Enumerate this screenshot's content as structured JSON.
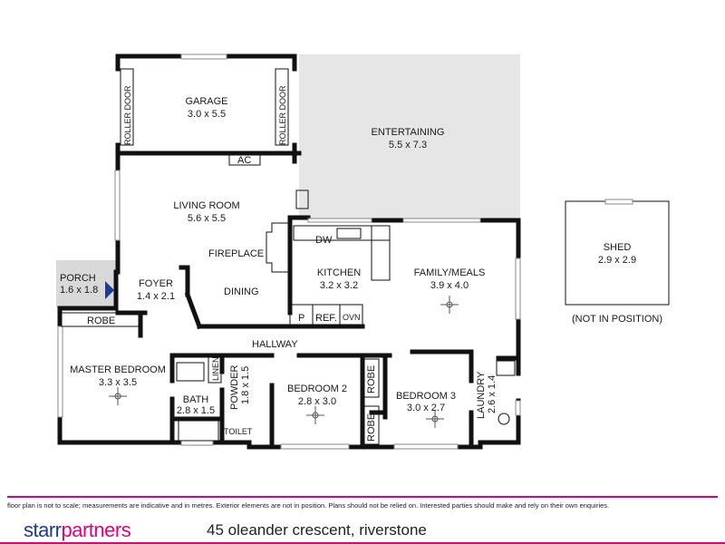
{
  "rooms": {
    "garage": {
      "name": "GARAGE",
      "size": "3.0 x 5.5"
    },
    "entertaining": {
      "name": "ENTERTAINING",
      "size": "5.5 x 7.3"
    },
    "living": {
      "name": "LIVING ROOM",
      "size": "5.6 x 5.5"
    },
    "kitchen": {
      "name": "KITCHEN",
      "size": "3.2 x 3.2"
    },
    "family": {
      "name": "FAMILY/MEALS",
      "size": "3.9 x 4.0"
    },
    "porch": {
      "name": "PORCH",
      "size": "1.6 x 1.8"
    },
    "foyer": {
      "name": "FOYER",
      "size": "1.4 x 2.1"
    },
    "master": {
      "name": "MASTER BEDROOM",
      "size": "3.3 x 3.5"
    },
    "bath": {
      "name": "BATH",
      "size": "2.8 x 1.5"
    },
    "powder": {
      "name": "POWDER",
      "size": "1.8 x 1.5"
    },
    "bed2": {
      "name": "BEDROOM 2",
      "size": "2.8 x 3.0"
    },
    "bed3": {
      "name": "BEDROOM 3",
      "size": "3.0 x 2.7"
    },
    "laundry": {
      "name": "LAUNDRY",
      "size": "2.6 x 1.4"
    },
    "shed": {
      "name": "SHED",
      "size": "2.9 x 2.9",
      "note": "(NOT IN POSITION)"
    }
  },
  "labels": {
    "roller_door": "ROLLER DOOR",
    "ac": "AC",
    "fireplace": "FIREPLACE",
    "dining": "DINING",
    "dw": "DW",
    "p": "P",
    "ref": "REF.",
    "ovn": "OVN",
    "hallway": "HALLWAY",
    "robe": "ROBE",
    "linen": "LINEN",
    "toilet": "TOILET"
  },
  "disclaimer": "floor plan is not to scale; measurements are indicative and in metres. Exterior elements are not in position. Plans should not be relied on. Interested parties should make and rely on their own enquiries.",
  "brand": {
    "part1": "starr",
    "part2": "partners"
  },
  "address": "45 oleander crescent, riverstone",
  "colors": {
    "accent": "#e3007d",
    "brand_blue": "#1f3a93",
    "entertaining_fill": "#e6e6e6"
  }
}
